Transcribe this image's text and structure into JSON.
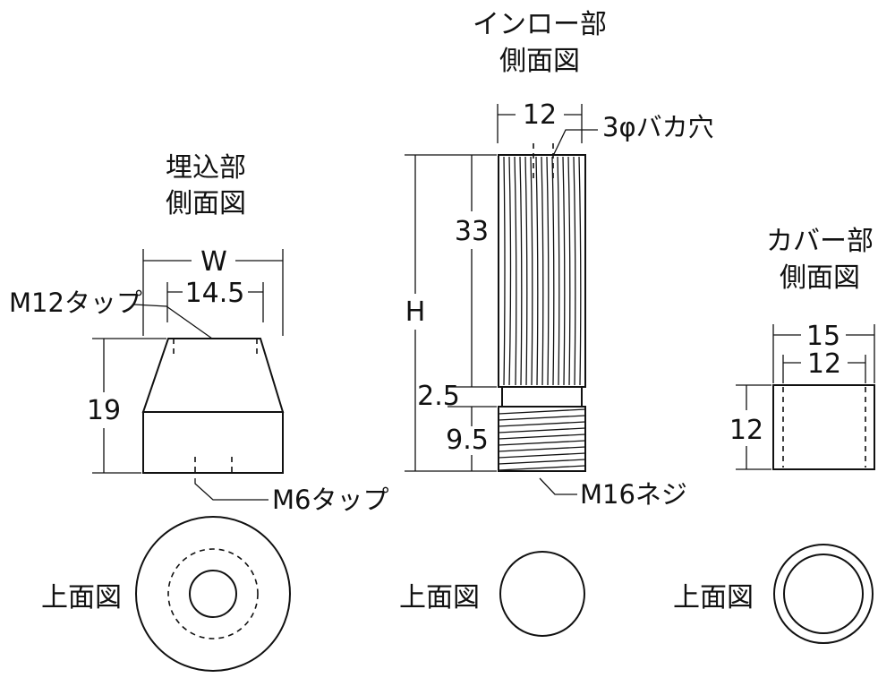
{
  "embed_part": {
    "title_line1": "埋込部",
    "title_line2": "側面図",
    "dim_width": "W",
    "dim_inner": "14.5",
    "dim_height": "19",
    "tap_top": "M12タップ",
    "tap_bottom": "M6タップ",
    "top_view_label": "上面図"
  },
  "spigot_part": {
    "title_line1": "インロー部",
    "title_line2": "側面図",
    "dim_width": "12",
    "hole_label": "3φバカ穴",
    "dim_height_total": "H",
    "dim_upper": "33",
    "dim_middle": "2.5",
    "dim_thread": "9.5",
    "thread_label": "M16ネジ",
    "top_view_label": "上面図"
  },
  "cover_part": {
    "title_line1": "カバー部",
    "title_line2": "側面図",
    "dim_outer": "15",
    "dim_inner": "12",
    "dim_height": "12",
    "top_view_label": "上面図"
  }
}
